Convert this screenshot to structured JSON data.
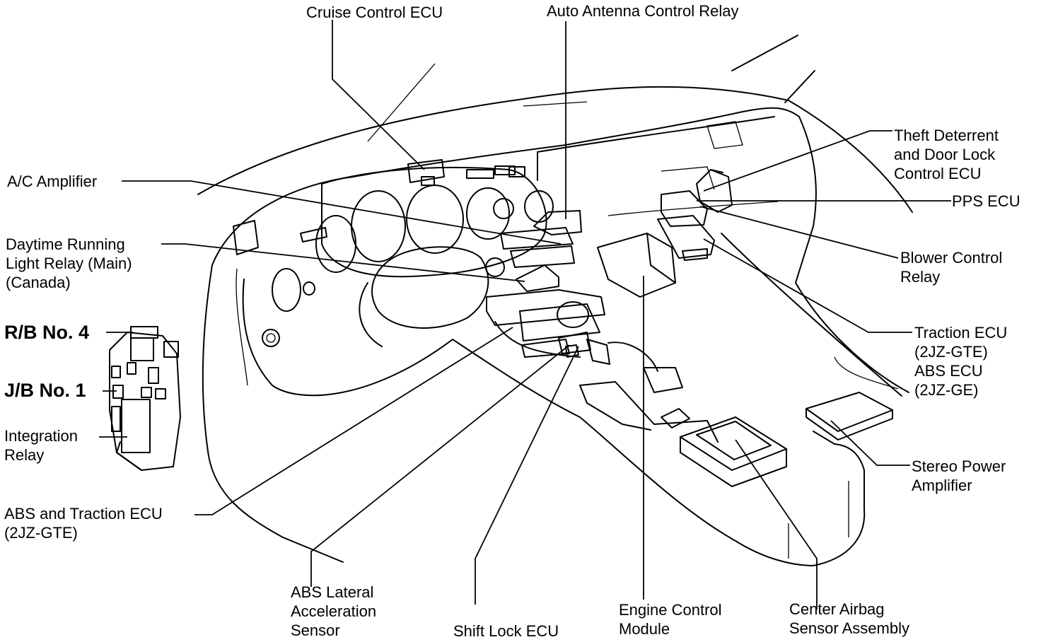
{
  "labels": {
    "cruise_control_ecu": "Cruise Control ECU",
    "auto_antenna_relay": "Auto Antenna Control Relay",
    "theft_deterrent": [
      "Theft Deterrent",
      "and Door Lock",
      "Control ECU"
    ],
    "pps_ecu": "PPS ECU",
    "blower_control_relay": [
      "Blower Control",
      "Relay"
    ],
    "traction_ecu": [
      "Traction ECU",
      "(2JZ-GTE)",
      "ABS ECU",
      "(2JZ-GE)"
    ],
    "stereo_power_amplifier": [
      "Stereo Power",
      "Amplifier"
    ],
    "center_airbag": [
      "Center Airbag",
      "Sensor Assembly"
    ],
    "engine_control_module": [
      "Engine Control",
      "Module"
    ],
    "shift_lock_ecu": "Shift Lock ECU",
    "abs_lateral": [
      "ABS Lateral",
      "Acceleration",
      "Sensor"
    ],
    "abs_traction_ecu": [
      "ABS and Traction ECU",
      "(2JZ-GTE)"
    ],
    "integration_relay": [
      "Integration",
      "Relay"
    ],
    "jb_no1": "J/B No. 1",
    "rb_no4": "R/B No. 4",
    "daytime_running": [
      "Daytime Running",
      "Light Relay (Main)",
      "(Canada)"
    ],
    "ac_amplifier": "A/C Amplifier"
  }
}
